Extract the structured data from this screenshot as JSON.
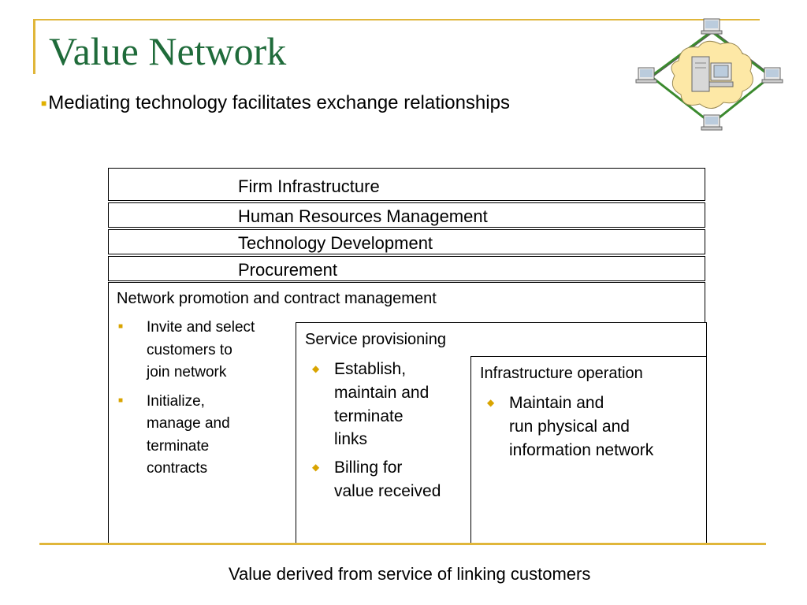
{
  "slide": {
    "title": "Value Network",
    "subtitle": "Mediating technology facilitates exchange relationships",
    "network_icon": "computer-network-icon"
  },
  "support_activities": [
    "Firm Infrastructure",
    "Human Resources Management",
    "Technology Development",
    "Procurement"
  ],
  "primary": {
    "network_promotion": {
      "heading": "Network promotion and contract management",
      "items": [
        [
          "Invite and select",
          "customers to",
          "join network"
        ],
        [
          "Initialize,",
          "manage and",
          "terminate",
          "contracts"
        ]
      ]
    },
    "service_provisioning": {
      "heading": "Service provisioning",
      "items": [
        [
          "Establish,",
          "maintain and",
          "terminate",
          "links"
        ],
        [
          "Billing for",
          "value received"
        ]
      ]
    },
    "infrastructure_operation": {
      "heading": "Infrastructure operation",
      "items": [
        [
          "Maintain and",
          "run physical and",
          "information network"
        ]
      ]
    }
  },
  "footer": "Value derived from service of linking customers",
  "colors": {
    "title": "#1f6b3a",
    "accent": "#e0b63a",
    "bullet": "#d9a400",
    "cloud": "#fde8a6",
    "link": "#3b8a2e"
  }
}
